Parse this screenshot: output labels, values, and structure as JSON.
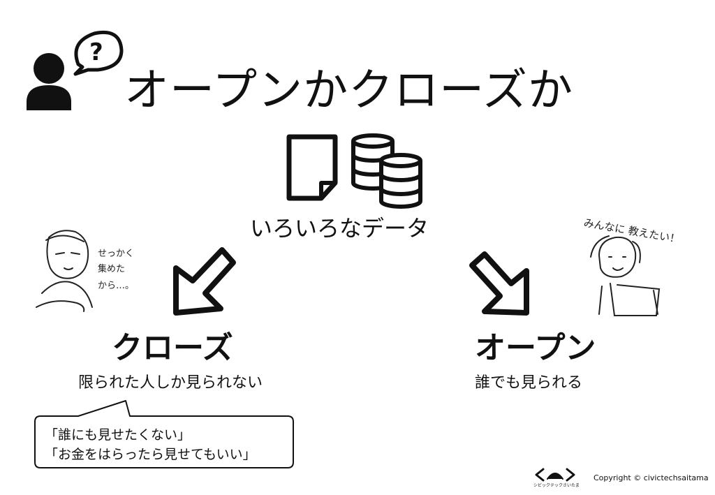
{
  "title": "オープンかクローズか",
  "data_label": "いろいろなデータ",
  "close": {
    "heading": "クローズ",
    "description": "限られた人しか見られない",
    "bubble_lines": [
      "「誰にも見せたくない」",
      "「お金をはらったら見せてもいい」"
    ],
    "handwritten_lines": [
      "せっかく",
      "集めた",
      "から…。"
    ]
  },
  "open": {
    "heading": "オープン",
    "description": "誰でも見られる",
    "handwritten": "みんなに 教えたい！"
  },
  "footer": {
    "logo_text": "シビックテックさいたま",
    "copyright": "Copyright © civictechsaitama"
  },
  "icons": [
    "person-question-icon",
    "document-icon",
    "database-icon",
    "arrow-down-left-icon",
    "arrow-down-right-icon",
    "civictech-logo-icon"
  ],
  "colors": {
    "ink": "#111111",
    "background": "#ffffff"
  }
}
